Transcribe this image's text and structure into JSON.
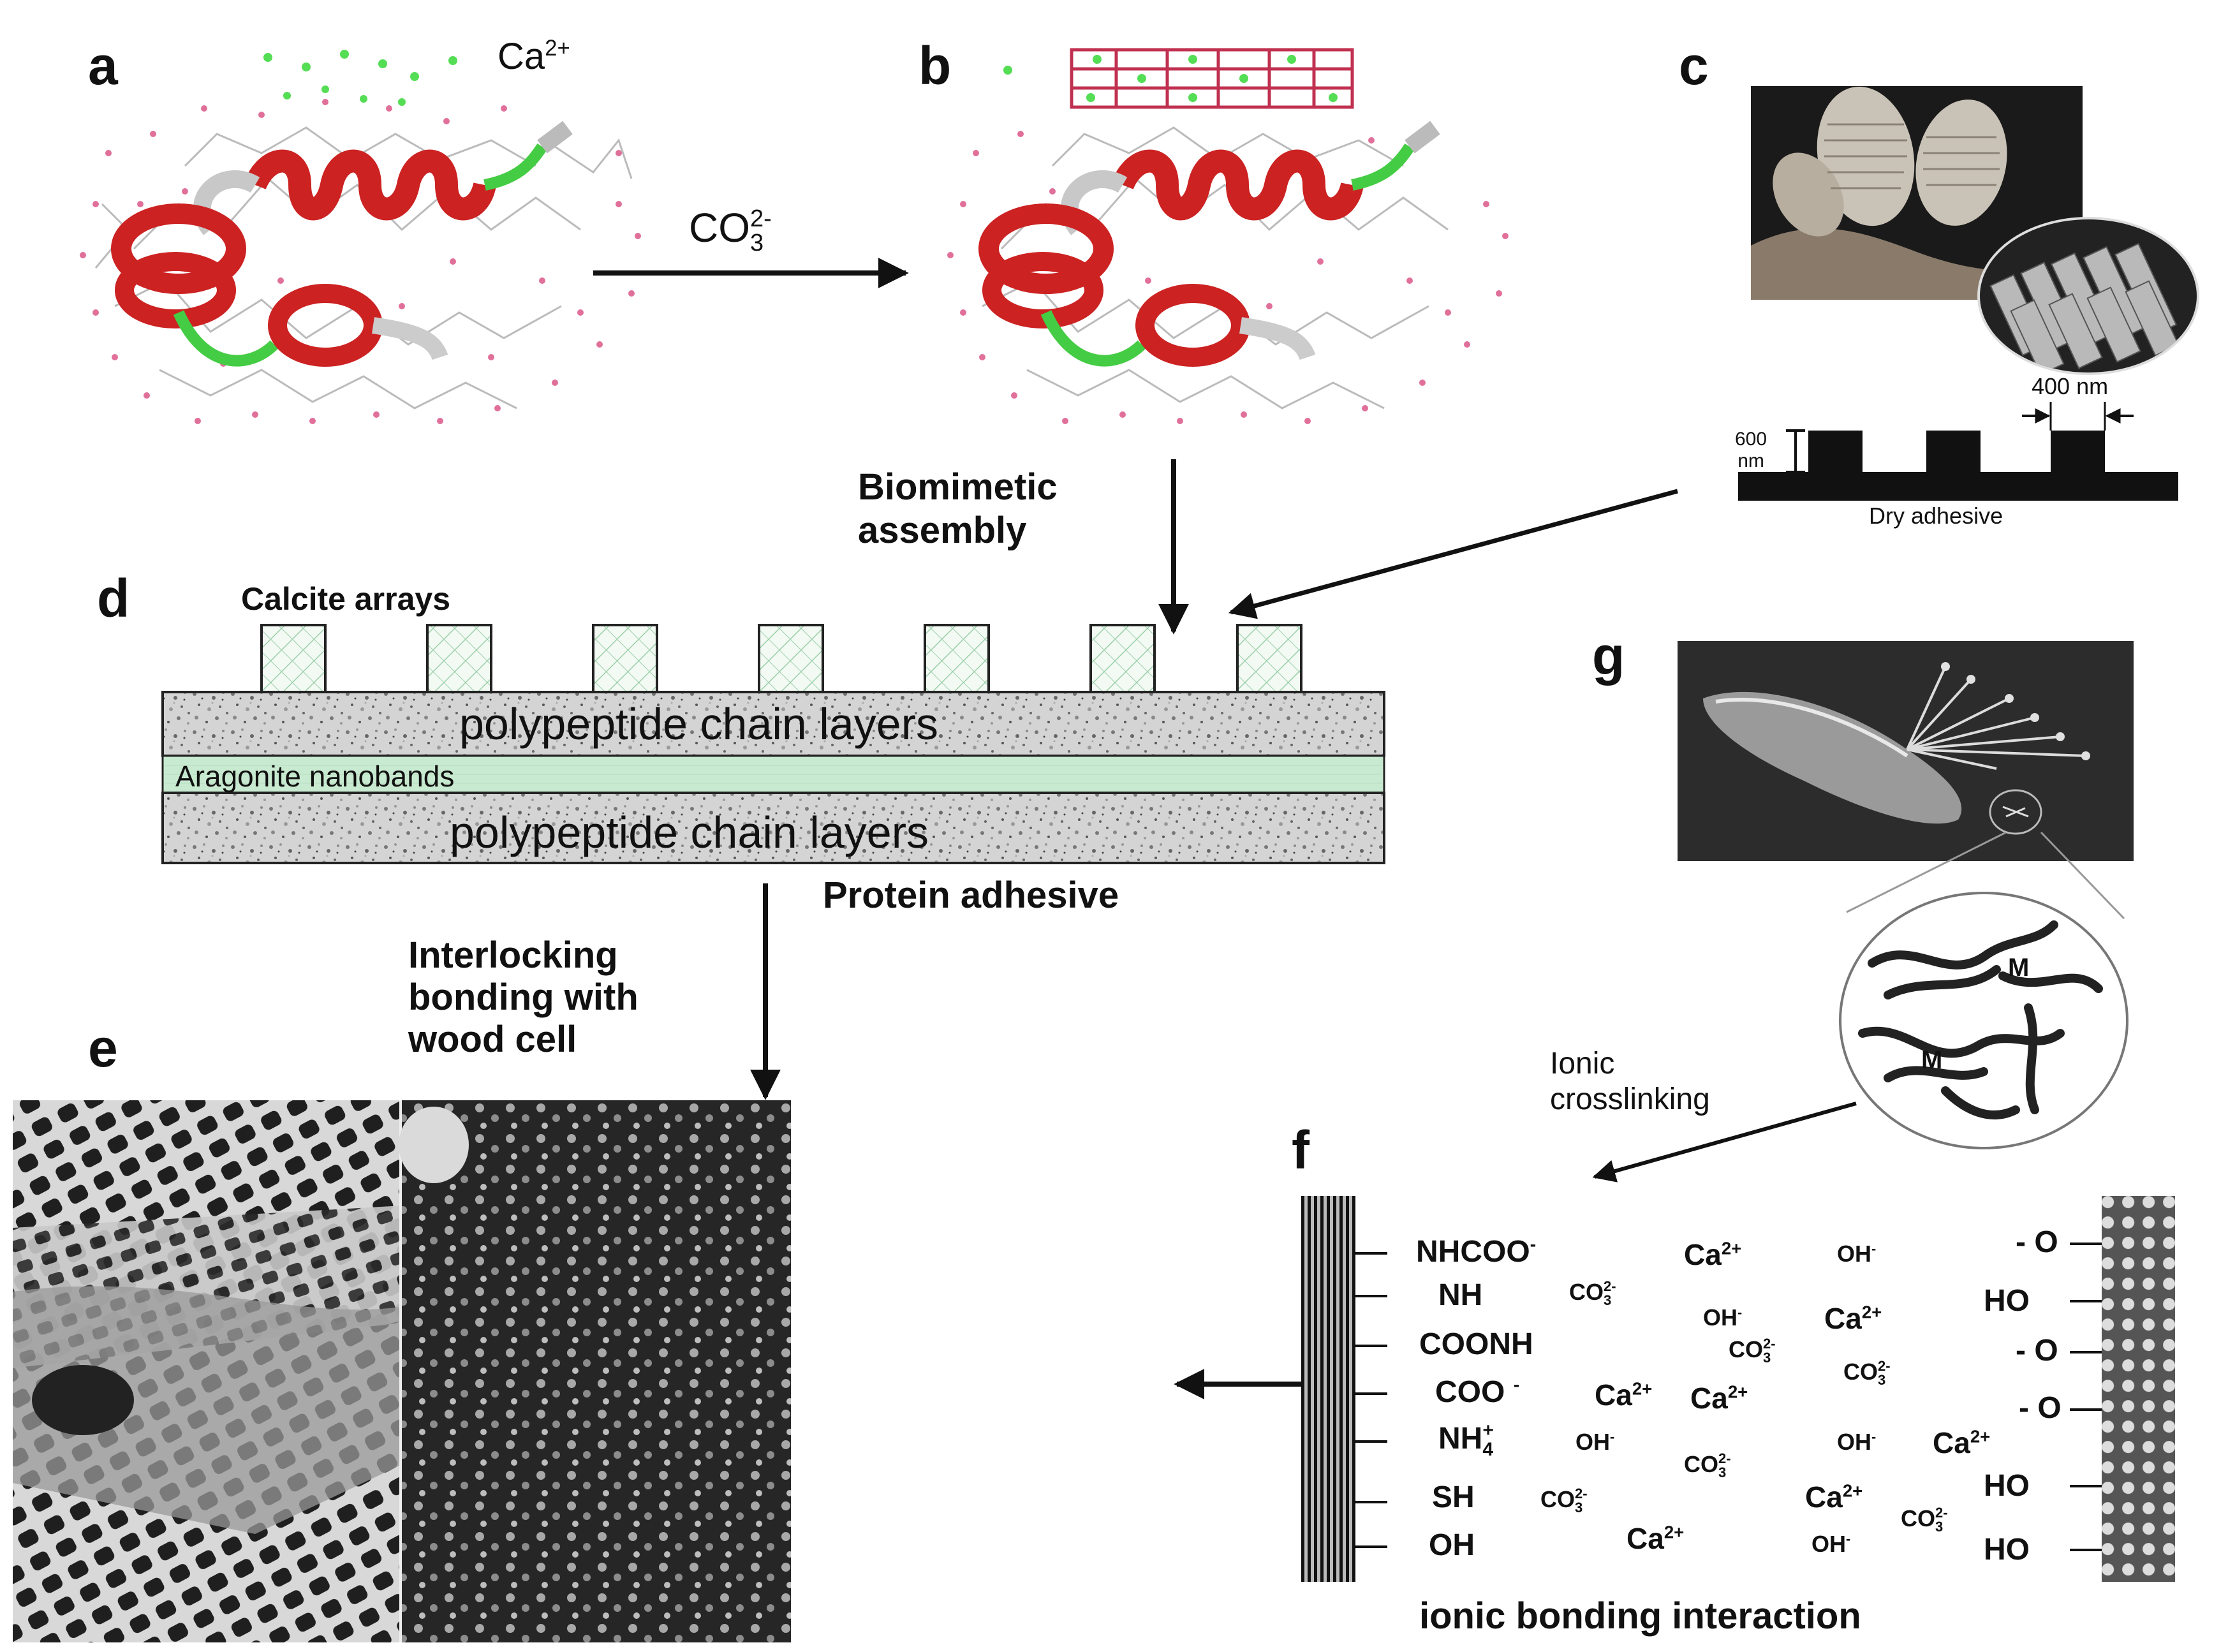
{
  "panels": {
    "a": "a",
    "b": "b",
    "c": "c",
    "d": "d",
    "e": "e",
    "f": "f",
    "g": "g"
  },
  "panel_a": {
    "ion_base": "Ca",
    "ion_charge": "2+"
  },
  "arrow_ab": {
    "ion_base": "CO",
    "ion_sub": "3",
    "ion_charge": "2-"
  },
  "panel_c": {
    "width_label": "400 nm",
    "height_label_top": "600",
    "height_label_bottom": "nm",
    "caption": "Dry adhesive"
  },
  "biomimetic": {
    "line1": "Biomimetic",
    "line2": "assembly"
  },
  "panel_d": {
    "calcite_label": "Calcite arrays",
    "top_layer": "polypeptide chain layers",
    "middle_band": "Aragonite nanobands",
    "bottom_layer": "polypeptide chain layers",
    "caption": "Protein adhesive"
  },
  "interlocking": {
    "line1": "Interlocking",
    "line2": "bonding with",
    "line3": "wood cell"
  },
  "panel_g": {
    "node_label_1": "M",
    "node_label_2": "M"
  },
  "ionic_crosslinking": {
    "line1": "Ionic",
    "line2": "crosslinking"
  },
  "panel_f": {
    "left_groups": [
      {
        "base": "NHCOO",
        "sup": "-",
        "sub": ""
      },
      {
        "base": "NH",
        "sup": "",
        "sub": ""
      },
      {
        "base": "COONH",
        "sup": "",
        "sub": ""
      },
      {
        "base": "COO",
        "sup": "-",
        "sub": ""
      },
      {
        "base": "NH",
        "sup": "+",
        "sub": "4"
      },
      {
        "base": "SH",
        "sup": "",
        "sub": ""
      },
      {
        "base": "OH",
        "sup": "",
        "sub": ""
      }
    ],
    "right_groups": [
      "- O",
      "HO",
      "- O",
      "- O",
      "HO",
      "HO"
    ],
    "ions": [
      {
        "base": "Ca",
        "sup": "2+",
        "sub": ""
      },
      {
        "base": "OH",
        "sup": "-",
        "sub": ""
      },
      {
        "base": "CO",
        "sup": "2-",
        "sub": "3"
      },
      {
        "base": "OH",
        "sup": "-",
        "sub": ""
      },
      {
        "base": "Ca",
        "sup": "2+",
        "sub": ""
      },
      {
        "base": "CO",
        "sup": "2-",
        "sub": "3"
      },
      {
        "base": "CO",
        "sup": "2-",
        "sub": "3"
      },
      {
        "base": "Ca",
        "sup": "2+",
        "sub": ""
      },
      {
        "base": "Ca",
        "sup": "2+",
        "sub": ""
      },
      {
        "base": "OH",
        "sup": "-",
        "sub": ""
      },
      {
        "base": "CO",
        "sup": "2-",
        "sub": "3"
      },
      {
        "base": "OH",
        "sup": "-",
        "sub": ""
      },
      {
        "base": "Ca",
        "sup": "2+",
        "sub": ""
      },
      {
        "base": "CO",
        "sup": "2-",
        "sub": "3"
      },
      {
        "base": "Ca",
        "sup": "2+",
        "sub": ""
      },
      {
        "base": "CO",
        "sup": "2-",
        "sub": "3"
      },
      {
        "base": "Ca",
        "sup": "2+",
        "sub": ""
      },
      {
        "base": "OH",
        "sup": "-",
        "sub": ""
      }
    ],
    "caption": "ionic bonding interaction"
  },
  "colors": {
    "helix_red": "#cc2222",
    "loop_green": "#44cc44",
    "atom_pink": "#e0709a",
    "ion_green": "#55dd55",
    "hatch_green": "#9ccfaa",
    "band_green": "#c8ead0",
    "dark_photo": "#2a2a2a"
  }
}
